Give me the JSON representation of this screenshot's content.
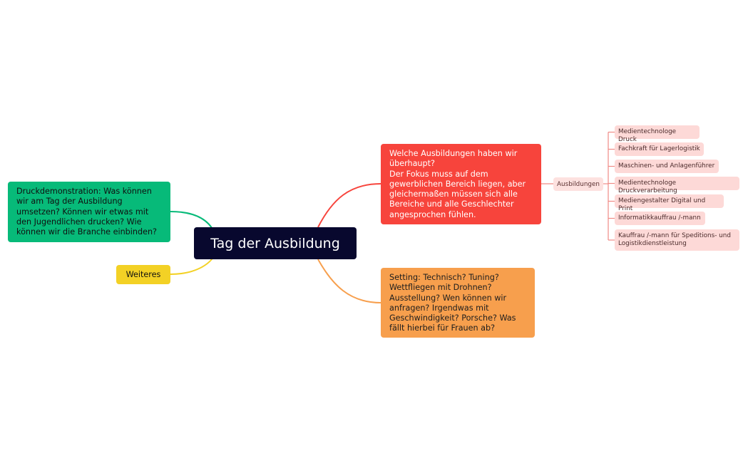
{
  "root": {
    "label": "Tag der Ausbildung"
  },
  "branches": {
    "red": "Welche Ausbildungen haben wir\nüberhaupt?\nDer Fokus muss auf dem\ngewerblichen Bereich liegen, aber\ngleichermaßen müssen sich alle\nBereiche und alle Geschlechter\nangesprochen fühlen.",
    "orange": "Setting: Technisch? Tuning?\nWettfliegen mit Drohnen?\nAusstellung? Wen können wir\nanfragen? Irgendwas mit\nGeschwindigkeit? Porsche? Was\nfällt hierbei für Frauen ab?",
    "green": "Druckdemonstration: Was können\nwir am Tag der Ausbildung\numsetzen? Können wir etwas mit\nden Jugendlichen drucken? Wie\nkönnen wir die Branche einbinden?",
    "yellow": "Weiteres"
  },
  "ausbildungen": {
    "label": "Ausbildungen",
    "items": [
      "Medientechnologe Druck",
      "Fachkraft für Lagerlogistik",
      "Maschinen- und Anlagenführer",
      "Medientechnologe Druckverarbeitung",
      "Mediengestalter Digital und Print",
      "Informatikkauffrau /-mann",
      "Kauffrau /-mann für Speditions- und\nLogistikdienstleistung"
    ]
  },
  "colors": {
    "root": "#08082e",
    "red": "#f7443c",
    "orange": "#f79f4d",
    "green": "#07ba79",
    "yellow": "#f3d125",
    "leaf": "#fdd9d7"
  }
}
